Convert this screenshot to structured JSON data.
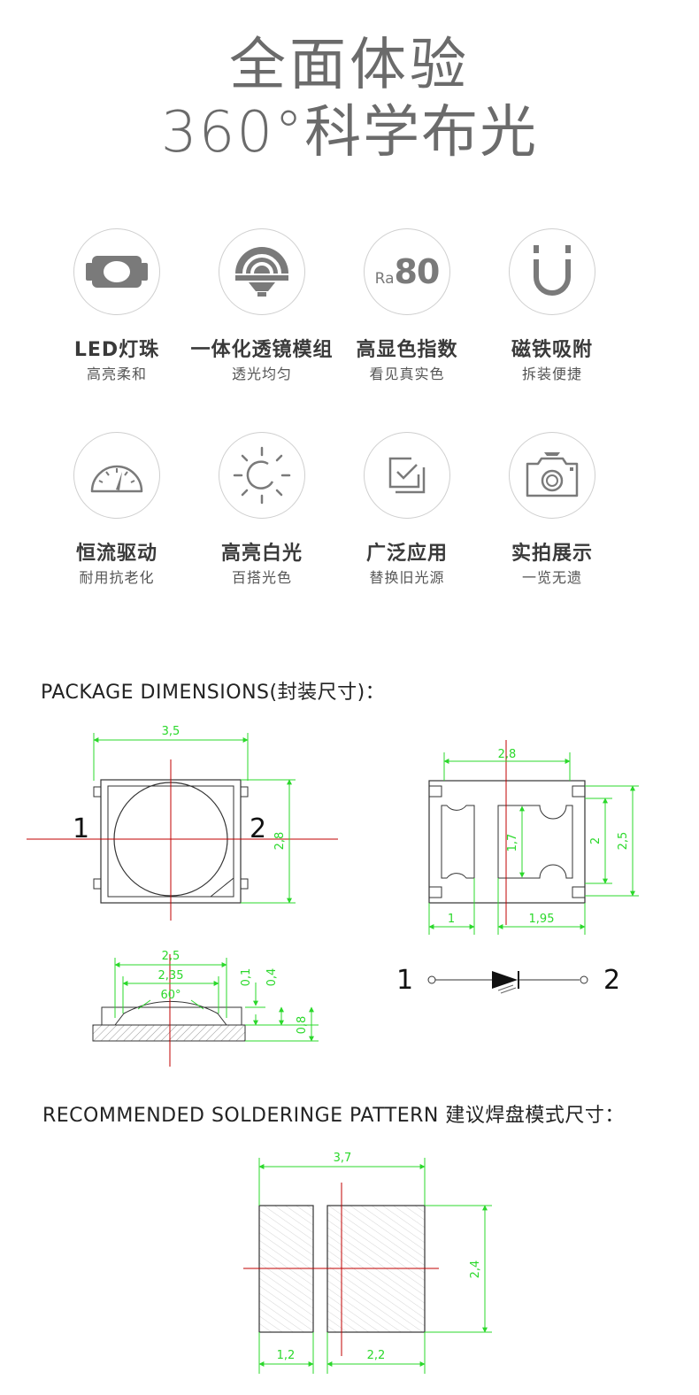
{
  "hero": {
    "line1": "全面体验",
    "line2": "360°科学布光"
  },
  "features": [
    {
      "title": "LED灯珠",
      "subtitle": "高亮柔和",
      "icon": "led-chip-icon"
    },
    {
      "title": "一体化透镜模组",
      "subtitle": "透光均匀",
      "icon": "lens-dome-icon"
    },
    {
      "title": "高显色指数",
      "subtitle": "看见真实色",
      "icon": "ra80-icon",
      "icon_text": {
        "prefix": "Ra",
        "value": "80"
      }
    },
    {
      "title": "磁铁吸附",
      "subtitle": "拆装便捷",
      "icon": "magnet-icon"
    },
    {
      "title": "恒流驱动",
      "subtitle": "耐用抗老化",
      "icon": "gauge-icon"
    },
    {
      "title": "高亮白光",
      "subtitle": "百搭光色",
      "icon": "sun-icon"
    },
    {
      "title": "广泛应用",
      "subtitle": "替换旧光源",
      "icon": "checkbox-icon"
    },
    {
      "title": "实拍展示",
      "subtitle": "一览无遗",
      "icon": "camera-ring-icon"
    }
  ],
  "package": {
    "title": "PACKAGE DIMENSIONS(封装尺寸)：",
    "top_view": {
      "width": "3,5",
      "height": "2,8",
      "pin1": "1",
      "pin2": "2"
    },
    "bottom_view": {
      "width": "2,8",
      "inner_height": "1,7",
      "pad_height": "2",
      "height": "2,5",
      "left_pad": "1",
      "right_pad": "1,95"
    },
    "side_view": {
      "outer": "2,5",
      "inner": "2,35",
      "angle": "60°",
      "t1": "0,1",
      "t2": "0,4",
      "t3": "0,8"
    },
    "symbol": {
      "pin1": "1",
      "pin2": "2"
    }
  },
  "soldering": {
    "title": "RECOMMENDED SOLDERINGE PATTERN  建议焊盘模式尺寸：",
    "width": "3,7",
    "height": "2,4",
    "left_pad": "1,2",
    "right_pad": "2,2"
  },
  "colors": {
    "hero_text": "#6b6b6b",
    "icon_gray": "#7a7a7a",
    "dimension_green": "#2bd82b",
    "center_red": "#c00000"
  }
}
